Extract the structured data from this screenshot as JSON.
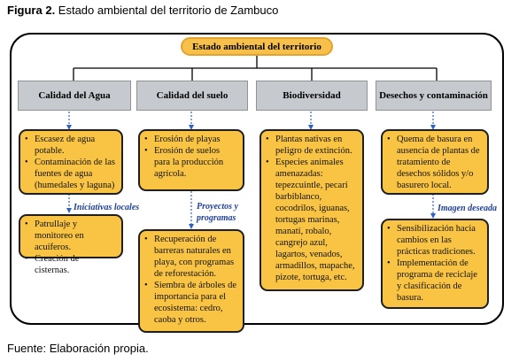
{
  "figure": {
    "label": "Figura 2.",
    "title": " Estado ambiental del territorio de Zambuco"
  },
  "root": {
    "label": "Estado ambiental del territorio"
  },
  "categories": [
    {
      "label": "Calidad del Agua"
    },
    {
      "label": "Calidad del suelo"
    },
    {
      "label": "Biodiversidad"
    },
    {
      "label": "Desechos y contaminación"
    }
  ],
  "agua": {
    "problems": [
      "Escasez de agua potable.",
      "Contaminación de las fuentes de agua (humedales y laguna)"
    ],
    "link_label": "Iniciativas locales",
    "actions": [
      "Patrullaje y monitoreo en acuíferos.",
      "Creación de cisternas."
    ]
  },
  "suelo": {
    "problems": [
      "Erosión de playas",
      "Erosión de suelos para la producción agrícola."
    ],
    "link_label_line1": "Proyectos y",
    "link_label_line2": "programas",
    "actions": [
      "Recuperación de barreras naturales en playa, con programas de reforestación.",
      "Siembra de árboles de importancia para el ecosistema: cedro, caoba y otros."
    ]
  },
  "biodiversidad": {
    "items": [
      "Plantas nativas en peligro de extinción.",
      "Especies animales amenazadas: tepezcuintle, pecarí barbiblanco, cocodrilos, iguanas, tortugas marinas, manatí, robalo, cangrejo azul, lagartos, venados, armadillos, mapache, pizote, tortuga, etc."
    ]
  },
  "desechos": {
    "problems": [
      "Quema de basura en ausencia de plantas de tratamiento de desechos sólidos y/o basurero local."
    ],
    "link_label": "Imagen deseada",
    "actions": [
      "Sensibilización hacia cambios en las prácticas tradiciones.",
      "Implementación de programa de reciclaje y clasificación de basura."
    ]
  },
  "source": {
    "text": "Fuente: Elaboración propia."
  },
  "colors": {
    "box_fill": "#f9c444",
    "category_fill": "#c6c9cd",
    "root_fill": "#f7c04a",
    "dotted_arrow": "#2f62c8",
    "label_text": "#1f3f99"
  }
}
